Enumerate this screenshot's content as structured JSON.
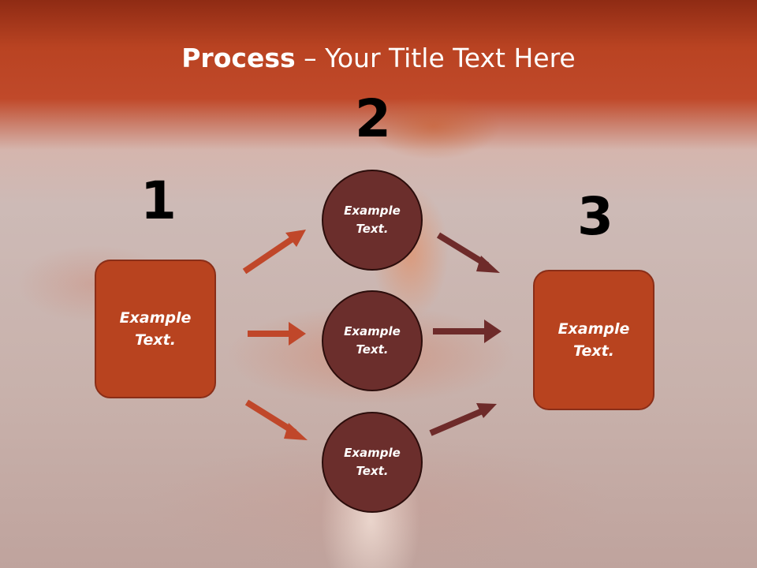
{
  "slide": {
    "title_bold": "Process",
    "title_rest": " – Your Title Text Here"
  },
  "steps": {
    "one": {
      "number": "1",
      "text": "Example Text."
    },
    "two": {
      "number": "2"
    },
    "three": {
      "number": "3",
      "text": "Example Text."
    }
  },
  "circles": [
    {
      "text": "Example Text."
    },
    {
      "text": "Example Text."
    },
    {
      "text": "Example Text."
    }
  ],
  "colors": {
    "box_fill": "#b8431f",
    "circle_fill": "#6b2e2c",
    "arrow_left": "#c0472a",
    "arrow_right": "#6e2b2a"
  }
}
